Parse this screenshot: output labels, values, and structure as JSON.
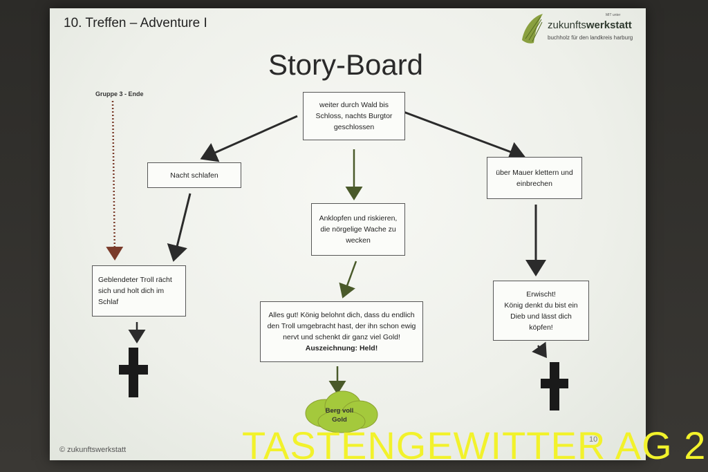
{
  "slide": {
    "title": "10. Treffen – Adventure I",
    "heading": "Story-Board",
    "group_label": "Gruppe 3 - Ende",
    "copyright": "© zukunftswerkstatt",
    "page_number": "10"
  },
  "logo": {
    "top_text": "MIT unter",
    "name_light": "zukunfts",
    "name_bold": "werkstatt",
    "subtitle": "buchholz für den landkreis harburg"
  },
  "boxes": {
    "start": [
      "weiter durch Wald bis",
      "Schloss, nachts Burgtor",
      "geschlossen"
    ],
    "sleep": [
      "Nacht schlafen"
    ],
    "knock": [
      "Anklopfen und riskieren,",
      "die nörgelige Wache zu",
      "wecken"
    ],
    "climb": [
      "über Mauer klettern und",
      "einbrechen"
    ],
    "troll": [
      "Geblendeter Troll rächt",
      "sich und holt dich im",
      "Schlaf"
    ],
    "good": [
      "Alles gut! König belohnt dich, dass du endlich",
      "den Troll umgebracht hast, der ihn schon ewig",
      "nervt und schenkt dir ganz viel Gold!"
    ],
    "good_award": "Auszeichnung: Held!",
    "caught": [
      "Erwischt!",
      "König denkt du bist ein",
      "Dieb und lässt dich",
      "köpfen!"
    ]
  },
  "cloud": [
    "Berg voll",
    "Gold"
  ],
  "watermark": "TASTENGEWITTER AG 2",
  "colors": {
    "watermark": "#f2f22b",
    "arrow_dark": "#2b2b2b",
    "arrow_green": "#4a5a2a",
    "arrow_dotted": "#7a3b2a",
    "cloud": "#a4c93c",
    "logo_wing": "#8aa040"
  }
}
